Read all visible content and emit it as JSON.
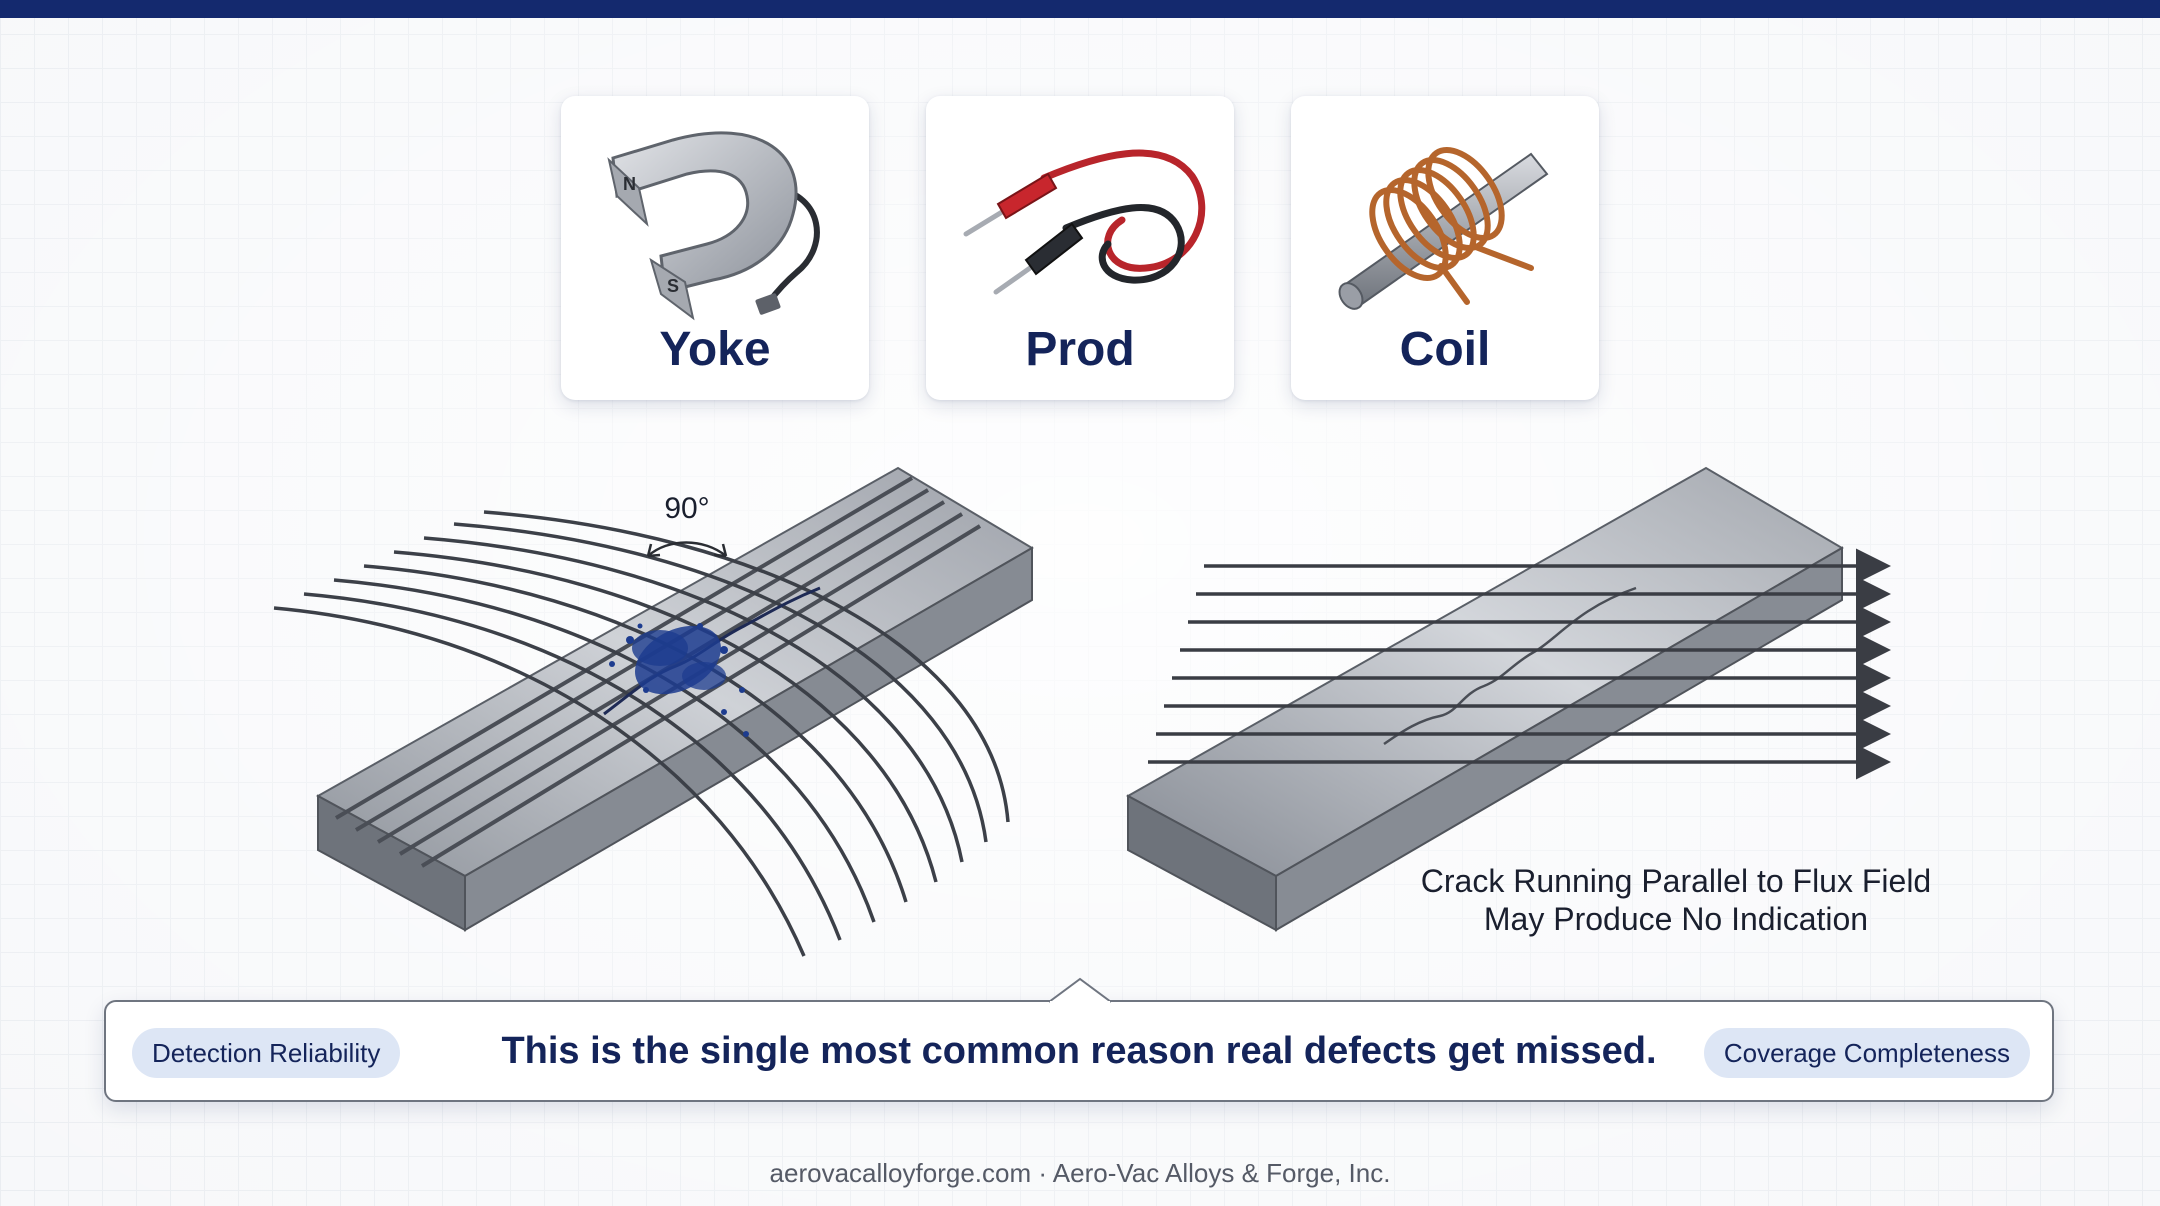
{
  "header": {
    "accent_color": "#14296e"
  },
  "tools": [
    {
      "label": "Yoke",
      "icon": "horseshoe-magnet-icon"
    },
    {
      "label": "Prod",
      "icon": "test-prods-icon"
    },
    {
      "label": "Coil",
      "icon": "coil-icon"
    }
  ],
  "magnet_poles": {
    "north": "N",
    "south": "S"
  },
  "diagram_left": {
    "angle_label": "90°"
  },
  "diagram_right": {
    "note_line1": "Crack Running Parallel to Flux Field",
    "note_line2": "May Produce No Indication"
  },
  "callout": {
    "left_pill": "Detection Reliability",
    "message": "This is the single most common reason real defects get missed.",
    "right_pill": "Coverage Completeness"
  },
  "footer": {
    "text": "aerovacalloyforge.com · Aero-Vac Alloys & Forge, Inc."
  },
  "colors": {
    "navy": "#14245a",
    "steel_light": "#c9ccd2",
    "steel_dark": "#7a7f88",
    "indication_blue": "#1d3c8f"
  }
}
